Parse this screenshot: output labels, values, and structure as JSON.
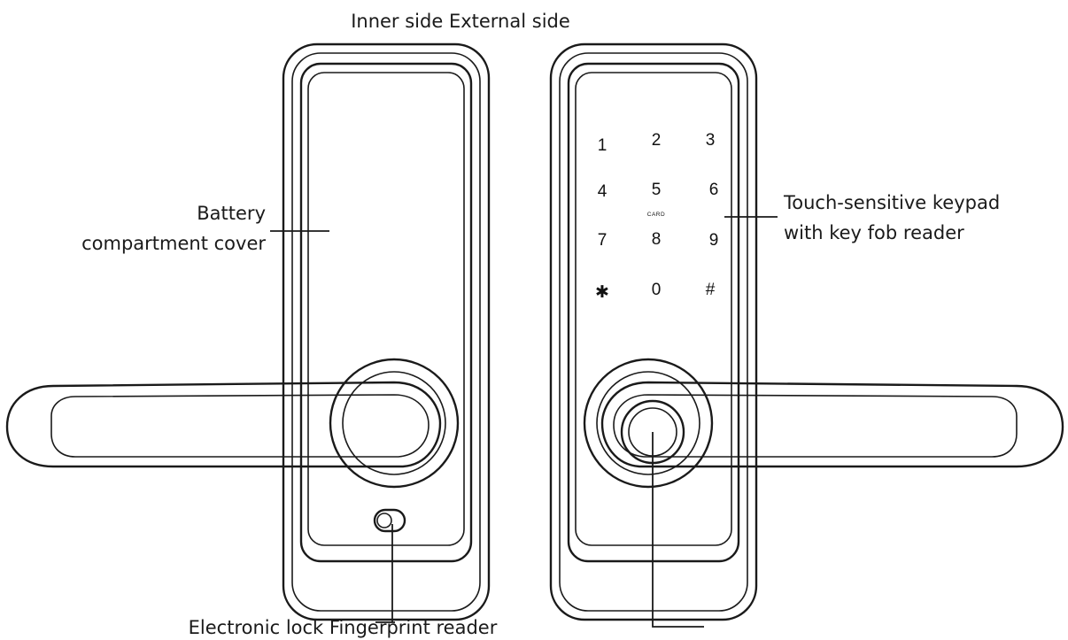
{
  "labels": {
    "title": "Inner side External side",
    "battery_line1": "Battery",
    "battery_line2": "compartment cover",
    "keypad_line1": "Touch-sensitive keypad",
    "keypad_line2": "with key fob reader",
    "bottom": "Electronic lock Fingerprint reader"
  },
  "keypad": {
    "keys": [
      "1",
      "2",
      "3",
      "4",
      "5",
      "6",
      "7",
      "8",
      "9",
      "✱",
      "0",
      "#"
    ],
    "card_label": "CARD"
  },
  "colors": {
    "ink": "#1a1a1a",
    "background": "#ffffff"
  }
}
